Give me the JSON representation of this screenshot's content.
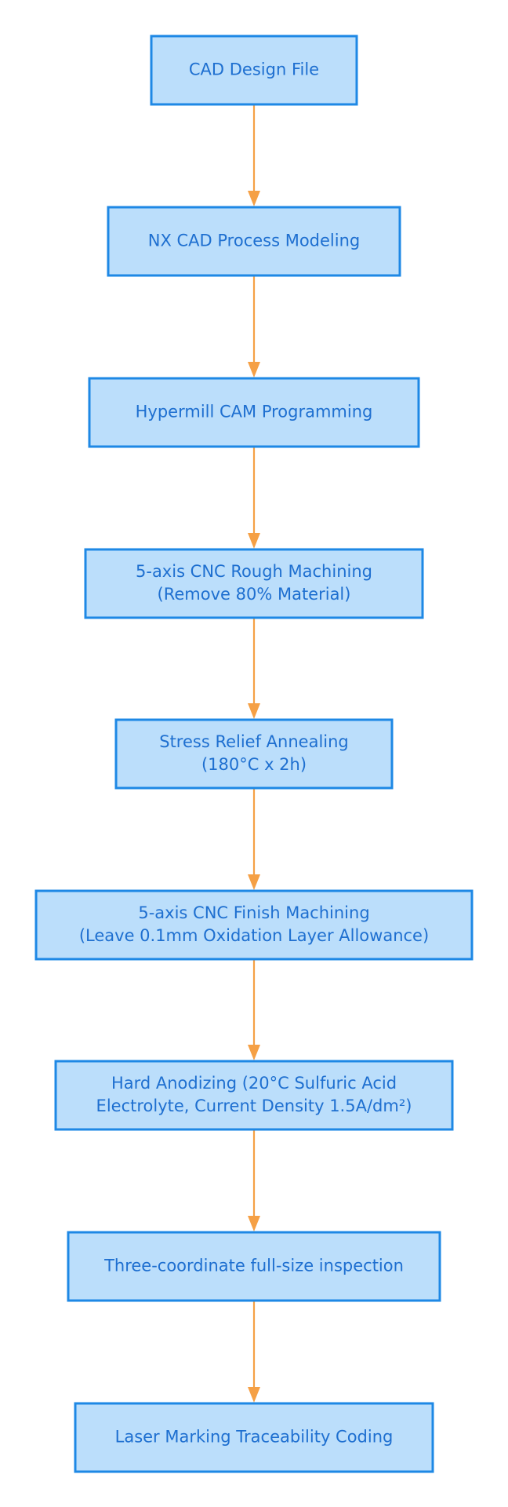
{
  "diagram": {
    "type": "flowchart",
    "direction": "top-to-bottom",
    "colors": {
      "node_fill": "#bbdefb",
      "node_border": "#1e88e5",
      "node_text": "#1e6fd0",
      "edge": "#f5a045"
    },
    "nodes": [
      {
        "id": "cad",
        "lines": [
          "CAD Design File"
        ]
      },
      {
        "id": "nx",
        "lines": [
          "NX CAD Process Modeling"
        ]
      },
      {
        "id": "hypermill",
        "lines": [
          "Hypermill CAM Programming"
        ]
      },
      {
        "id": "rough",
        "lines": [
          "5-axis CNC Rough Machining",
          "(Remove 80% Material)"
        ]
      },
      {
        "id": "anneal",
        "lines": [
          "Stress Relief Annealing",
          "(180°C x 2h)"
        ]
      },
      {
        "id": "finish",
        "lines": [
          "5-axis CNC Finish Machining",
          "(Leave 0.1mm Oxidation Layer Allowance)"
        ]
      },
      {
        "id": "anodize",
        "lines": [
          "Hard Anodizing (20°C Sulfuric Acid",
          "Electrolyte, Current Density 1.5A/dm²)"
        ]
      },
      {
        "id": "inspect",
        "lines": [
          "Three-coordinate full-size inspection"
        ]
      },
      {
        "id": "laser",
        "lines": [
          "Laser Marking Traceability Coding"
        ]
      }
    ],
    "edges": [
      {
        "from": "cad",
        "to": "nx"
      },
      {
        "from": "nx",
        "to": "hypermill"
      },
      {
        "from": "hypermill",
        "to": "rough"
      },
      {
        "from": "rough",
        "to": "anneal"
      },
      {
        "from": "anneal",
        "to": "finish"
      },
      {
        "from": "finish",
        "to": "anodize"
      },
      {
        "from": "anodize",
        "to": "inspect"
      },
      {
        "from": "inspect",
        "to": "laser"
      }
    ]
  }
}
